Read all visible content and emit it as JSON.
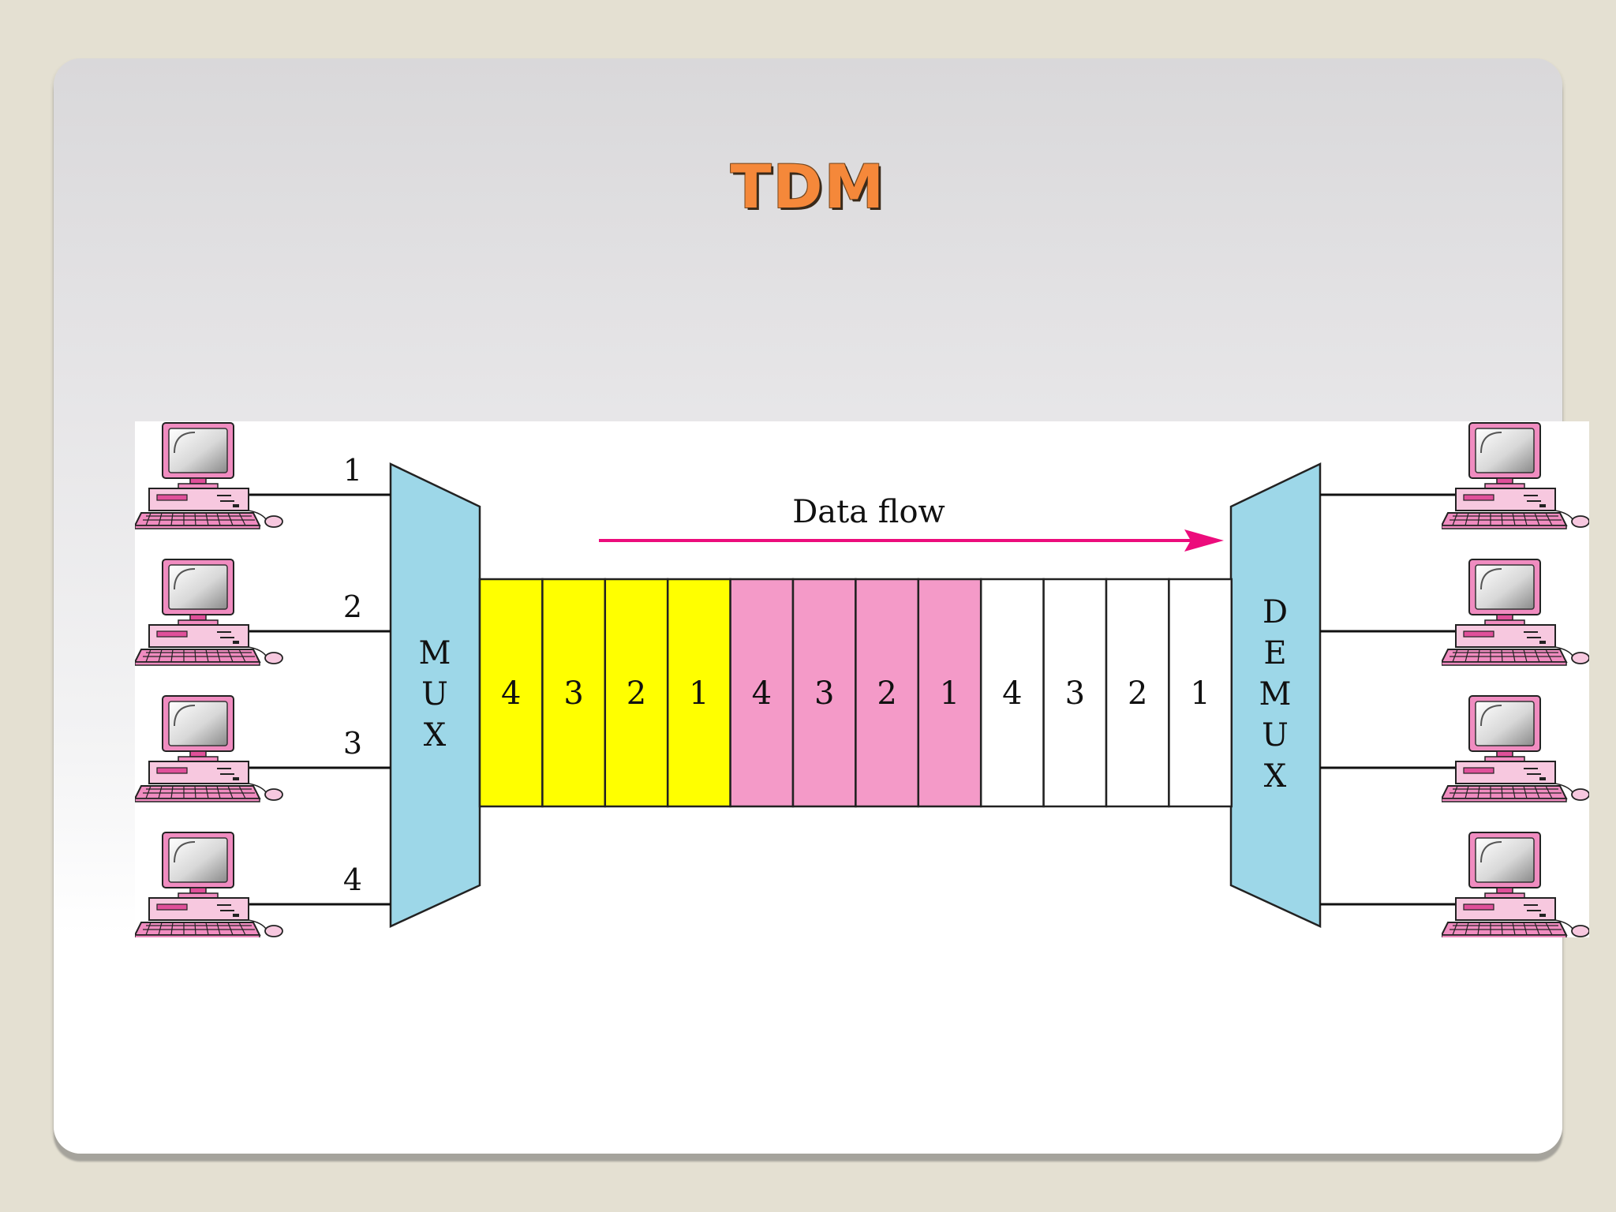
{
  "slide": {
    "title": "TDM"
  },
  "diagram": {
    "flow_label": "Data flow",
    "mux_letters": [
      "M",
      "U",
      "X"
    ],
    "demux_letters": [
      "D",
      "E",
      "M",
      "U",
      "X"
    ],
    "input_lines": [
      "1",
      "2",
      "3",
      "4"
    ],
    "frames": [
      {
        "color": "#ffff00",
        "slots": [
          "4",
          "3",
          "2",
          "1"
        ]
      },
      {
        "color": "#f49ac8",
        "slots": [
          "4",
          "3",
          "2",
          "1"
        ]
      },
      {
        "color": "#ffffff",
        "slots": [
          "4",
          "3",
          "2",
          "1"
        ]
      }
    ],
    "colors": {
      "mux_fill": "#9dd7e8",
      "arrow": "#ec0c7c",
      "computer_pink": "#f08cc0",
      "computer_dark": "#e0509a"
    },
    "icons": {
      "computer": "computer-icon"
    }
  }
}
